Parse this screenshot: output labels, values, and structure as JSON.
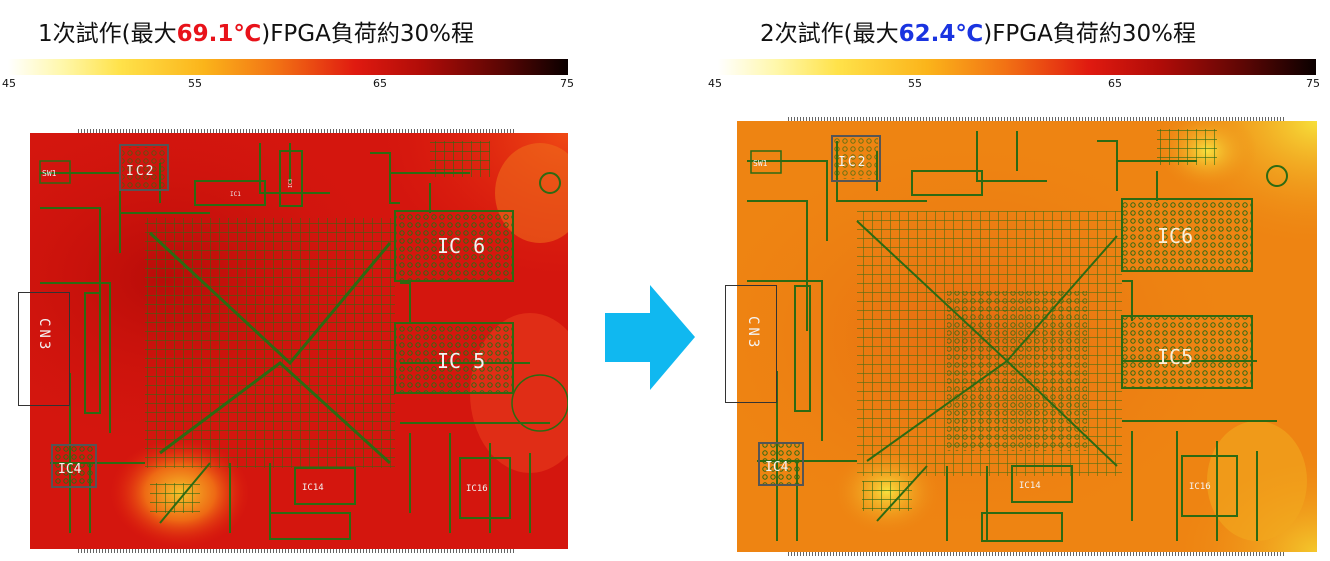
{
  "panels": [
    {
      "title_prefix": "1次試作(最大",
      "title_highlight": "69.1℃",
      "title_suffix": ")FPGA負荷約30%程",
      "highlight_color": "#e8121a",
      "scale_ticks": [
        "45",
        "55",
        "65",
        "75"
      ],
      "labels": {
        "sw1": "SW1",
        "ic2": "IC2",
        "ic1": "IC1",
        "ic3": "IC3",
        "ic6": "IC 6",
        "ic5": "IC 5",
        "ic4": "IC4",
        "ic14": "IC14",
        "ic16": "IC16",
        "cn3": "CN3"
      }
    },
    {
      "title_prefix": "2次試作(最大",
      "title_highlight": "62.4℃",
      "title_suffix": ")FPGA負荷約30%程",
      "highlight_color": "#1a34e0",
      "scale_ticks": [
        "45",
        "55",
        "65",
        "75"
      ],
      "labels": {
        "sw1": "SW1",
        "ic2": "IC2",
        "ic6": "IC6",
        "ic5": "IC5",
        "ic4": "IC4",
        "ic14": "IC14",
        "ic16": "IC16",
        "cn3": "CN3"
      }
    }
  ],
  "colors": {
    "arrow": "#10b8f0",
    "trace": "#2d6a12",
    "board1_base": "#d4160e",
    "board2_base": "#ee8412"
  }
}
